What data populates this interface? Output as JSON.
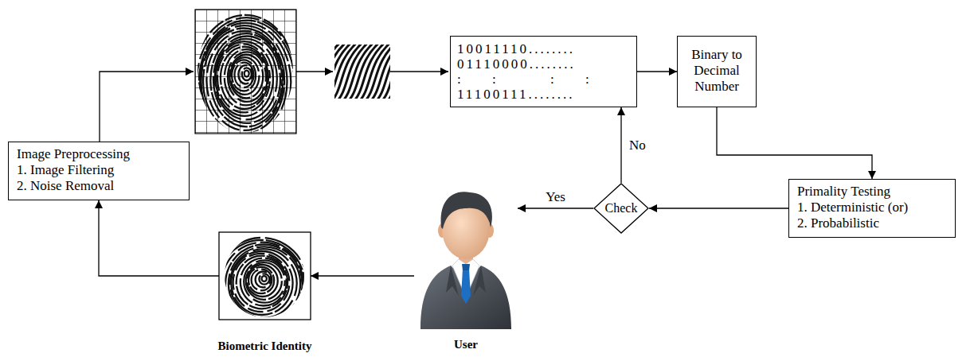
{
  "diagram": {
    "nodes": [
      {
        "text": [
          "10011110........",
          "01110000........",
          ":     :         :     :",
          "11100111........"
        ]
      },
      {
        "text": [
          "Binary to Decimal Number"
        ]
      },
      {
        "text": [
          "Image Preprocessing",
          "1. Image Filtering",
          "2. Noise Removal"
        ]
      },
      {
        "text": [
          "Check"
        ]
      },
      {
        "text": [
          "Primality Testing",
          "1. Deterministic (or)",
          "2. Probabilistic"
        ]
      },
      {
        "text": [
          "User"
        ]
      },
      {
        "text": [
          "Biometric Identity"
        ]
      }
    ],
    "edges": [
      {
        "from": 0,
        "to": 1,
        "arrow": "to"
      },
      {
        "from": 1,
        "to": 4,
        "arrow": "to"
      },
      {
        "from": 4,
        "to": 3,
        "arrow": "to"
      },
      {
        "from": 3,
        "to": 5,
        "label": "Yes",
        "arrow": "to"
      },
      {
        "from": 3,
        "to": 0,
        "label": "No",
        "arrow": "to"
      },
      {
        "from": 5,
        "to": 6,
        "arrow": "to"
      },
      {
        "from": 6,
        "to": 2,
        "arrow": "to"
      }
    ]
  }
}
